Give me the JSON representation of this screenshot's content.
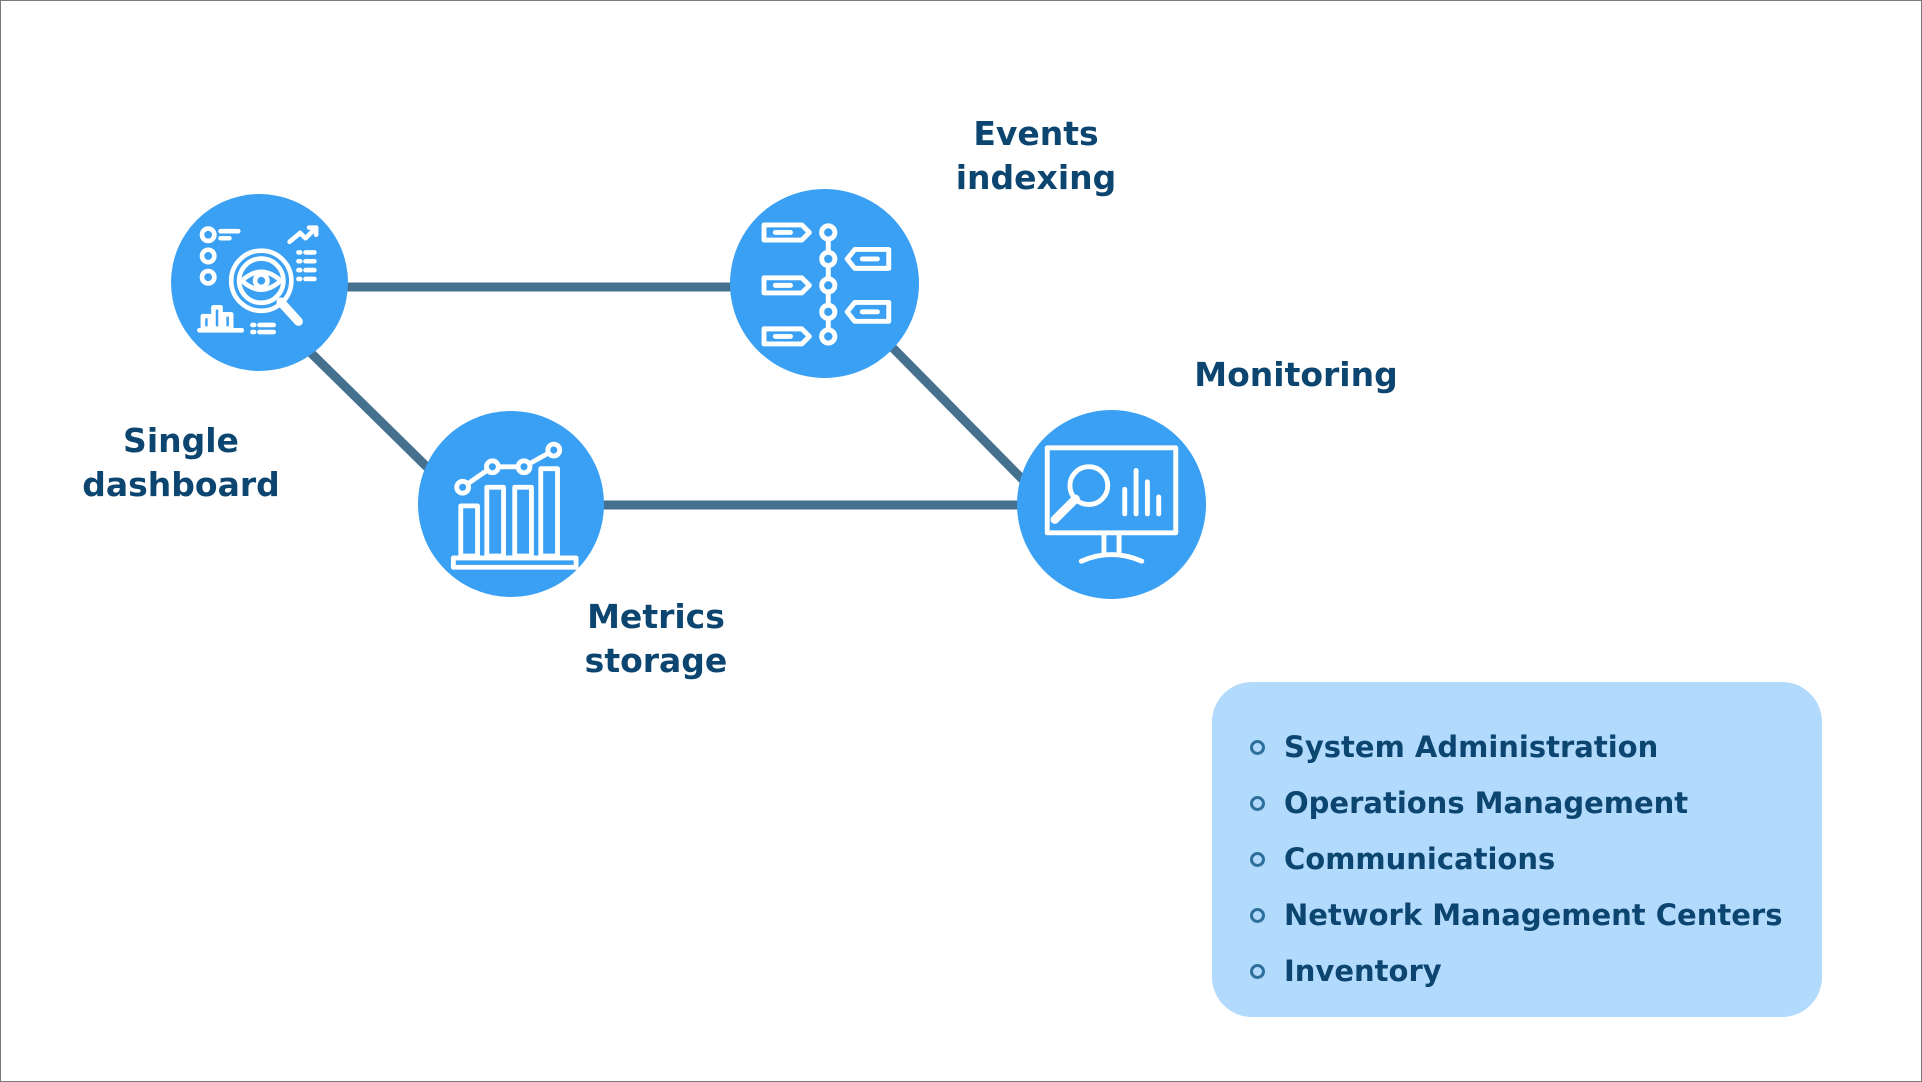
{
  "nodes": {
    "single_dashboard": {
      "label_line1": "Single",
      "label_line2": "dashboard",
      "icon": "dashboard-analytics-icon"
    },
    "events_indexing": {
      "label_line1": "Events",
      "label_line2": "indexing",
      "icon": "timeline-events-icon"
    },
    "metrics_storage": {
      "label_line1": "Metrics",
      "label_line2": "storage",
      "icon": "bar-chart-icon"
    },
    "monitoring": {
      "label_line1": "Monitoring",
      "icon": "monitor-search-icon"
    }
  },
  "legend": {
    "items": [
      "System Administration",
      "Operations Management",
      "Communications",
      "Network Management Centers",
      "Inventory"
    ]
  },
  "colors": {
    "node_fill": "#3aa0f3",
    "connector": "#45718f",
    "label_text": "#0b4570",
    "legend_bg": "#b1dafc"
  }
}
